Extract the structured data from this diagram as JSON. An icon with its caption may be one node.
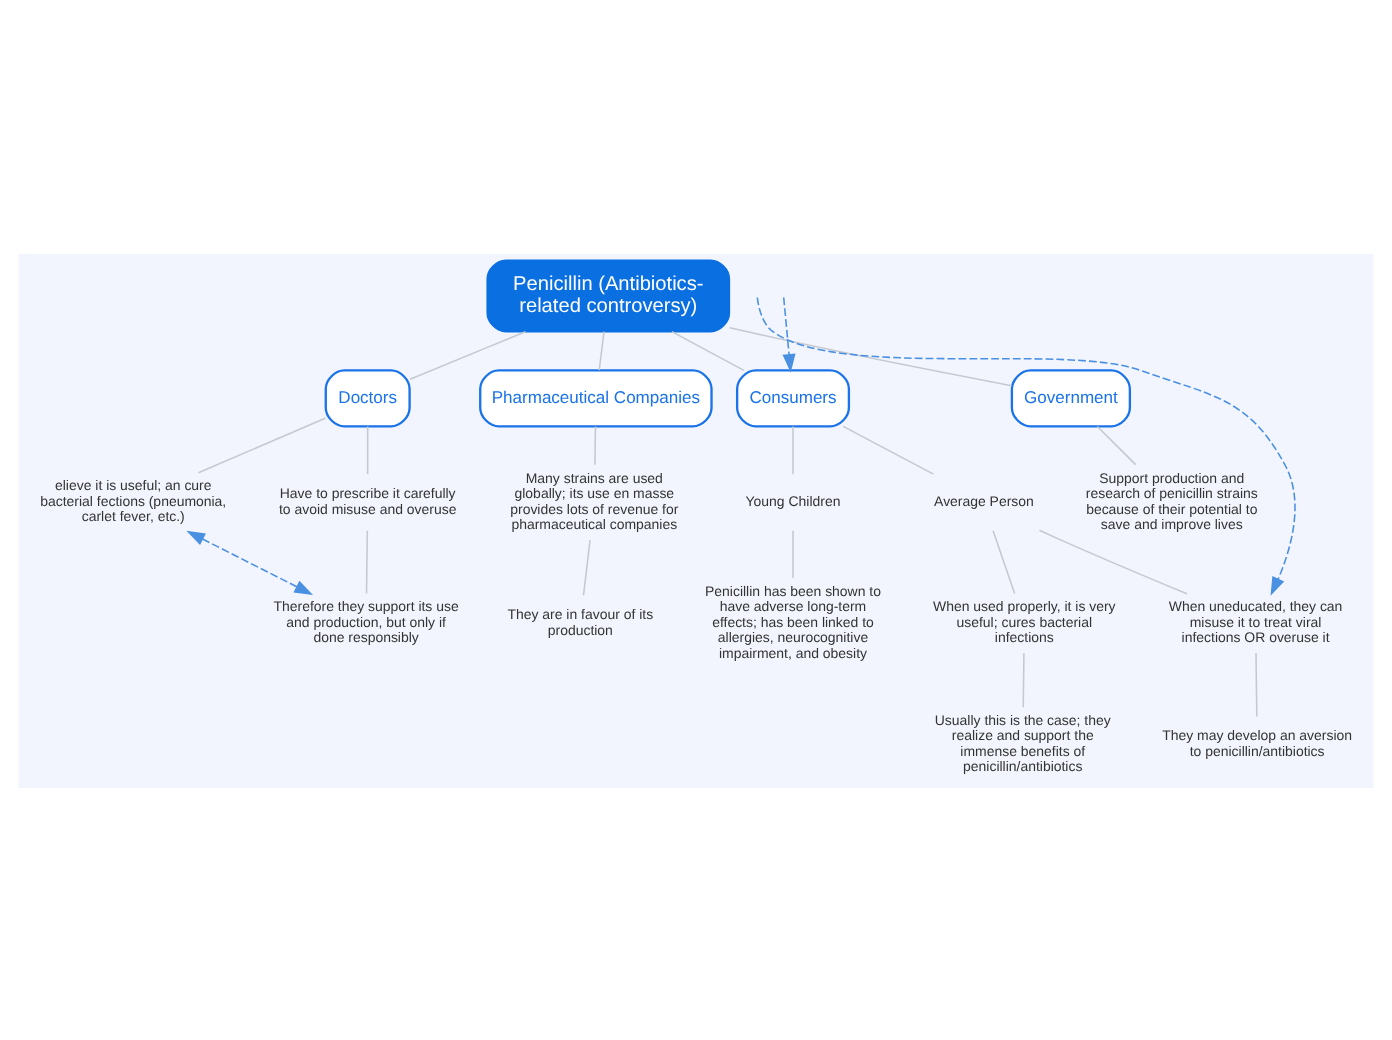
{
  "diagram": {
    "nodes": [
      {
        "text": [
          "Penicillin (Antibiotics-related controversy)"
        ]
      },
      {
        "text": [
          "Doctors"
        ]
      },
      {
        "text": [
          "Pharmaceutical Companies"
        ]
      },
      {
        "text": [
          "Consumers"
        ]
      },
      {
        "text": [
          "Government"
        ]
      },
      {
        "text": [
          "elieve it is useful; an cure bacterial fections (pneumonia, carlet fever, etc.)"
        ]
      },
      {
        "text": [
          "Have to prescribe it carefully to avoid misuse and overuse"
        ]
      },
      {
        "text": [
          "Therefore they support its use and production, but only if done responsibly"
        ]
      },
      {
        "text": [
          "Many strains are used globally; its use en masse provides lots of revenue for pharmaceutical companies"
        ]
      },
      {
        "text": [
          "They are in favour of its production"
        ]
      },
      {
        "text": [
          "Young Children"
        ]
      },
      {
        "text": [
          "Penicillin has been shown to have adverse long-term effects; has been linked to allergies, neurocognitive impairment, and obesity"
        ]
      },
      {
        "text": [
          "Average Person"
        ]
      },
      {
        "text": [
          "When used properly, it is very useful; cures bacterial infections"
        ]
      },
      {
        "text": [
          "Usually this is the case; they realize and support the immense benefits of penicillin/antibiotics"
        ]
      },
      {
        "text": [
          "When uneducated, they can misuse it to treat viral infections OR overuse it"
        ]
      },
      {
        "text": [
          "They may develop an aversion to penicillin/antibiotics"
        ]
      },
      {
        "text": [
          "Support production and research of penicillin strains because of their potential to save and improve lives"
        ]
      }
    ],
    "edges": [
      {
        "from": 0,
        "to": 1,
        "arrow": "none"
      },
      {
        "from": 0,
        "to": 2,
        "arrow": "none"
      },
      {
        "from": 0,
        "to": 3,
        "arrow": "none"
      },
      {
        "from": 0,
        "to": 4,
        "arrow": "none"
      },
      {
        "from": 1,
        "to": 5,
        "arrow": "none"
      },
      {
        "from": 1,
        "to": 6,
        "arrow": "none"
      },
      {
        "from": 6,
        "to": 7,
        "arrow": "none"
      },
      {
        "from": 2,
        "to": 8,
        "arrow": "none"
      },
      {
        "from": 8,
        "to": 9,
        "arrow": "none"
      },
      {
        "from": 3,
        "to": 10,
        "arrow": "none"
      },
      {
        "from": 10,
        "to": 11,
        "arrow": "none"
      },
      {
        "from": 3,
        "to": 12,
        "arrow": "none"
      },
      {
        "from": 12,
        "to": 13,
        "arrow": "none"
      },
      {
        "from": 13,
        "to": 14,
        "arrow": "none"
      },
      {
        "from": 12,
        "to": 15,
        "arrow": "none"
      },
      {
        "from": 15,
        "to": 16,
        "arrow": "none"
      },
      {
        "from": 4,
        "to": 17,
        "arrow": "none"
      },
      {
        "from": 7,
        "to": 5,
        "arrow": "both",
        "style": "dashed",
        "color": "#4a90e2"
      },
      {
        "from": null,
        "to": 3,
        "arrow": "to",
        "style": "dashed",
        "color": "#4a90e2"
      },
      {
        "from": null,
        "to": 15,
        "arrow": "to",
        "style": "dashed",
        "color": "#4a90e2"
      }
    ]
  }
}
